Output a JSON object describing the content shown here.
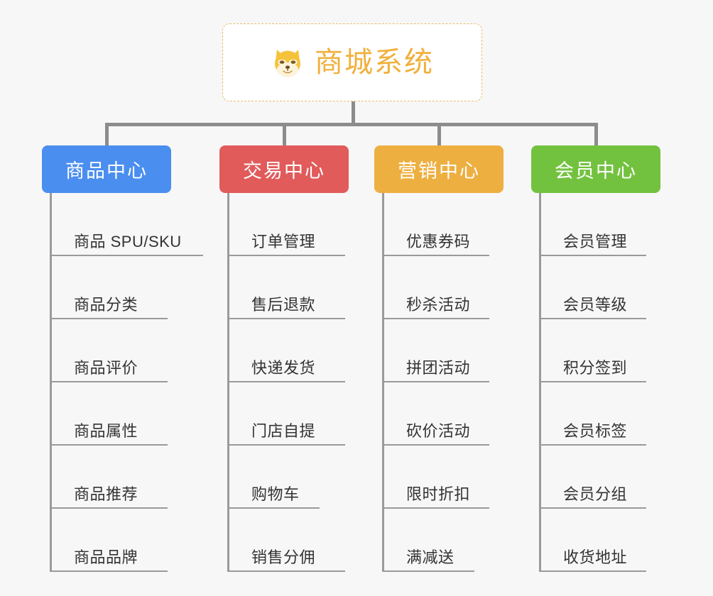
{
  "page": {
    "background_color": "#f7f7f7",
    "connector_color": "#8c8c8c"
  },
  "root": {
    "title": "商城系统",
    "icon": "shiba-dog-face-emoji",
    "title_color": "#f0b03c",
    "border_color": "#e8bb6a",
    "background_color": "#ffffff"
  },
  "branches": [
    {
      "id": "product-center",
      "label": "商品中心",
      "color": "#4a8ef0",
      "items": [
        {
          "label": "商品 SPU/SKU"
        },
        {
          "label": "商品分类"
        },
        {
          "label": "商品评价"
        },
        {
          "label": "商品属性"
        },
        {
          "label": "商品推荐"
        },
        {
          "label": "商品品牌"
        }
      ]
    },
    {
      "id": "trade-center",
      "label": "交易中心",
      "color": "#e15b5b",
      "items": [
        {
          "label": "订单管理"
        },
        {
          "label": "售后退款"
        },
        {
          "label": "快递发货"
        },
        {
          "label": "门店自提"
        },
        {
          "label": "购物车"
        },
        {
          "label": "销售分佣"
        }
      ]
    },
    {
      "id": "marketing-center",
      "label": "营销中心",
      "color": "#eeaf41",
      "items": [
        {
          "label": "优惠券码"
        },
        {
          "label": "秒杀活动"
        },
        {
          "label": "拼团活动"
        },
        {
          "label": "砍价活动"
        },
        {
          "label": "限时折扣"
        },
        {
          "label": "满减送"
        }
      ]
    },
    {
      "id": "member-center",
      "label": "会员中心",
      "color": "#73c23f",
      "items": [
        {
          "label": "会员管理"
        },
        {
          "label": "会员等级"
        },
        {
          "label": "积分签到"
        },
        {
          "label": "会员标签"
        },
        {
          "label": "会员分组"
        },
        {
          "label": "收货地址"
        }
      ]
    }
  ]
}
